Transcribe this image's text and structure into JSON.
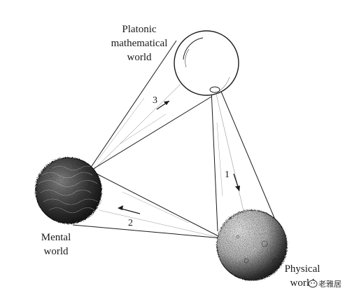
{
  "diagram": {
    "nodes": [
      {
        "id": "platonic",
        "label_lines": [
          "Platonic",
          "mathematical",
          "world"
        ]
      },
      {
        "id": "mental",
        "label_lines": [
          "Mental",
          "world"
        ]
      },
      {
        "id": "physical",
        "label_lines": [
          "Physical",
          "world"
        ]
      }
    ],
    "arrows": [
      {
        "number": "1",
        "from": "platonic",
        "to": "physical"
      },
      {
        "number": "2",
        "from": "physical",
        "to": "mental"
      },
      {
        "number": "3",
        "from": "mental",
        "to": "platonic"
      }
    ]
  },
  "watermark": {
    "text": "老雅居"
  },
  "colors": {
    "ink": "#1a1a1a",
    "paper": "#ffffff"
  }
}
